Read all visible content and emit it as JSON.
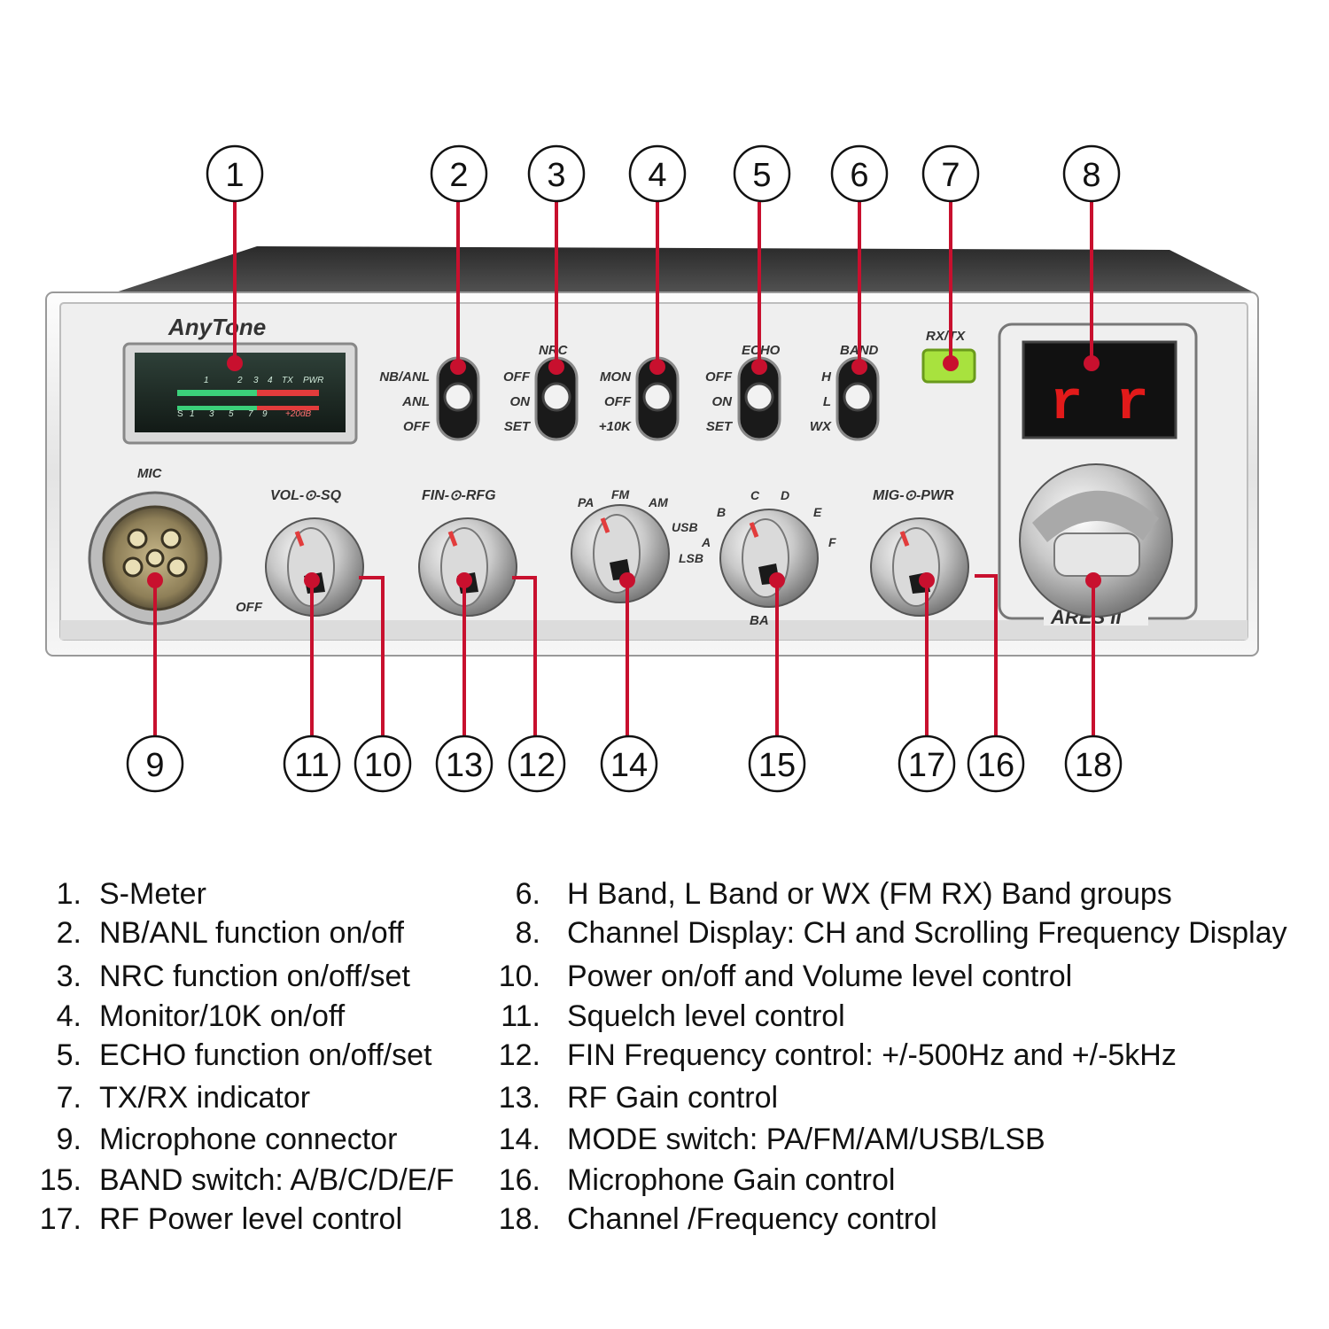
{
  "callouts": [
    "1",
    "2",
    "3",
    "4",
    "5",
    "6",
    "7",
    "8",
    "9",
    "10",
    "11",
    "12",
    "13",
    "14",
    "15",
    "16",
    "17",
    "18"
  ],
  "radio": {
    "brand": "AnyTone",
    "model": "ARES II",
    "meter_scale_top": [
      "1",
      "2",
      "3",
      "4",
      "TX",
      "PWR"
    ],
    "meter_scale_bottom": [
      "1",
      "3",
      "5",
      "7",
      "9",
      "+20dB"
    ],
    "meter_left_mark": "S",
    "display_text": "r r",
    "switch_labels": {
      "nbanl": [
        "NB/ANL",
        "ANL",
        "OFF"
      ],
      "nrc_title": "NRC",
      "nrc": [
        "OFF",
        "ON",
        "SET"
      ],
      "mon": [
        "MON",
        "OFF",
        "+10K"
      ],
      "echo_title": "ECHO",
      "echo": [
        "OFF",
        "ON",
        "SET"
      ],
      "band_title": "BAND",
      "band": [
        "H",
        "L",
        "WX"
      ]
    },
    "indicator_label": "RX/TX",
    "mic_label": "MIC",
    "knob_labels": {
      "vol_sq": "VOL-⊙-SQ",
      "off": "OFF",
      "fin_rfg": "FIN-⊙-RFG",
      "mig_pwr": "MIG-⊙-PWR",
      "mode": [
        "PA",
        "FM",
        "AM",
        "USB",
        "LSB"
      ],
      "bands": [
        "A",
        "B",
        "C",
        "D",
        "E",
        "F"
      ],
      "band_bottom": "BA"
    }
  },
  "legend_left": [
    {
      "num": "1.",
      "text": "S-Meter"
    },
    {
      "num": "2.",
      "text": "NB/ANL function on/off"
    },
    {
      "num": "3.",
      "text": "NRC function on/off/set"
    },
    {
      "num": "4.",
      "text": "Monitor/10K on/off"
    },
    {
      "num": "5.",
      "text": "ECHO function on/off/set"
    },
    {
      "num": "7.",
      "text": "TX/RX indicator"
    },
    {
      "num": "9.",
      "text": "Microphone connector"
    },
    {
      "num": "15.",
      "text": "BAND switch: A/B/C/D/E/F"
    },
    {
      "num": "17.",
      "text": "RF Power level control"
    }
  ],
  "legend_right": [
    {
      "num": "6.",
      "text": "H Band, L Band or WX (FM RX) Band groups"
    },
    {
      "num": "8.",
      "text": "Channel Display: CH and Scrolling Frequency Display"
    },
    {
      "num": "10.",
      "text": "Power on/off and Volume level control"
    },
    {
      "num": "11.",
      "text": "Squelch level control"
    },
    {
      "num": "12.",
      "text": "FIN Frequency control: +/-500Hz and +/-5kHz"
    },
    {
      "num": "13.",
      "text": "RF Gain control"
    },
    {
      "num": "14.",
      "text": "MODE switch: PA/FM/AM/USB/LSB"
    },
    {
      "num": "16.",
      "text": "Microphone Gain control"
    },
    {
      "num": "18.",
      "text": "Channel /Frequency control"
    }
  ]
}
